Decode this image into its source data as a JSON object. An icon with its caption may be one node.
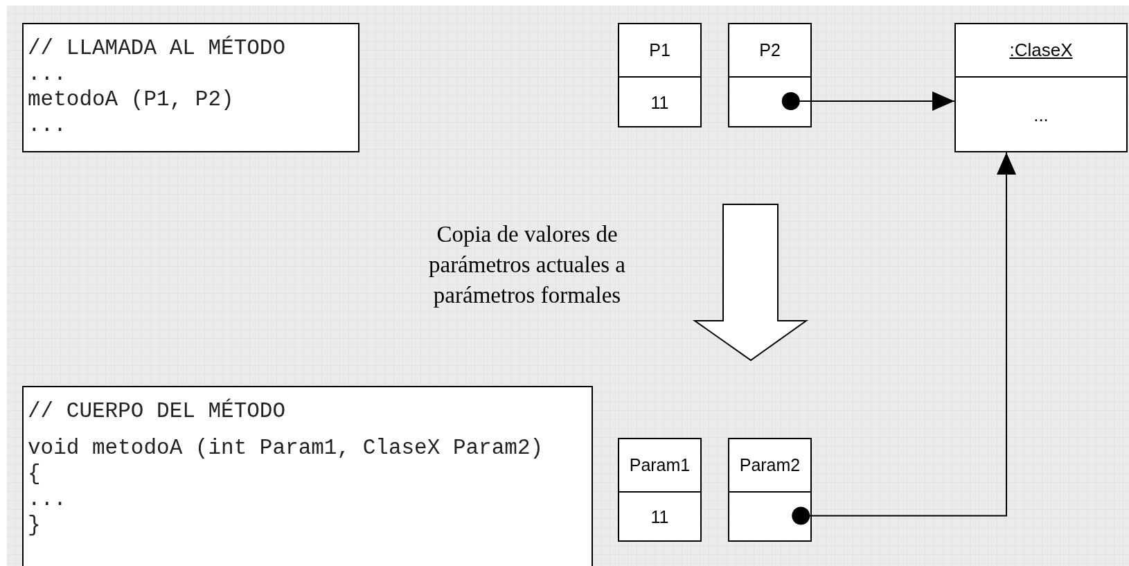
{
  "diagram": {
    "nodes": [
      {
        "text": [
          "// LLAMADA AL MÉTODO",
          "...",
          "metodoA (P1, P2)",
          "..."
        ]
      },
      {
        "text": [
          "P1",
          "11"
        ]
      },
      {
        "text": [
          "P2"
        ]
      },
      {
        "text": [
          ":ClaseX",
          "..."
        ]
      },
      {
        "text": [
          "// CUERPO DEL MÉTODO",
          "void metodoA (int Param1, ClaseX Param2)",
          "{",
          "...",
          "}"
        ]
      },
      {
        "text": [
          "Param1",
          "11"
        ]
      },
      {
        "text": [
          "Param2"
        ]
      }
    ],
    "edges": [
      {
        "from": 2,
        "to": 3,
        "arrow": "to"
      },
      {
        "from": 6,
        "to": 3,
        "arrow": "to"
      }
    ],
    "labels": [
      "Copia de valores de parámetros actuales a parámetros formales"
    ]
  }
}
